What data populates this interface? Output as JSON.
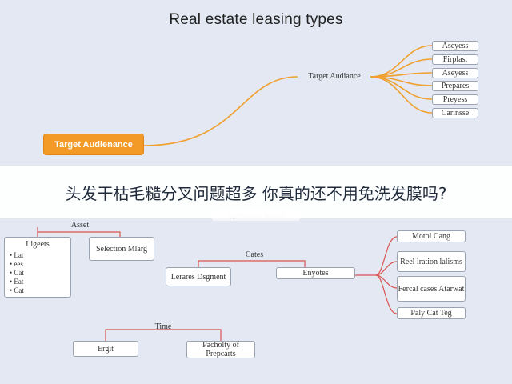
{
  "title": "Real estate leasing types",
  "top_map": {
    "root": "Target Audienance",
    "hub": "Target Audiance",
    "leaves": [
      "Aseyess",
      "Firplast",
      "Aseyess",
      "Prepares",
      "Preyess",
      "Carinsse"
    ]
  },
  "banner": "头发干枯毛糙分叉问题超多 你真的还不用免洗发膜吗?",
  "lower_map": {
    "ghost_title": "Operations Model",
    "asset_label": "Asset",
    "asset_list": {
      "header": "Ligeets",
      "items": [
        "Lat",
        "ees",
        "Cat",
        "Eat",
        "Cat"
      ]
    },
    "selection_box": "Selection Mlarg",
    "cates_label": "Cates",
    "cates_children": [
      "Lerares Dsgment",
      "Enyotes"
    ],
    "right_children": [
      "Motol Cang",
      "Reel lration lalisms",
      "Fercal cases Atarwat",
      "Paly Cat Teg"
    ],
    "time_label": "Time",
    "time_children": [
      "Ergit",
      "Pacholty of Prepcarts"
    ]
  }
}
